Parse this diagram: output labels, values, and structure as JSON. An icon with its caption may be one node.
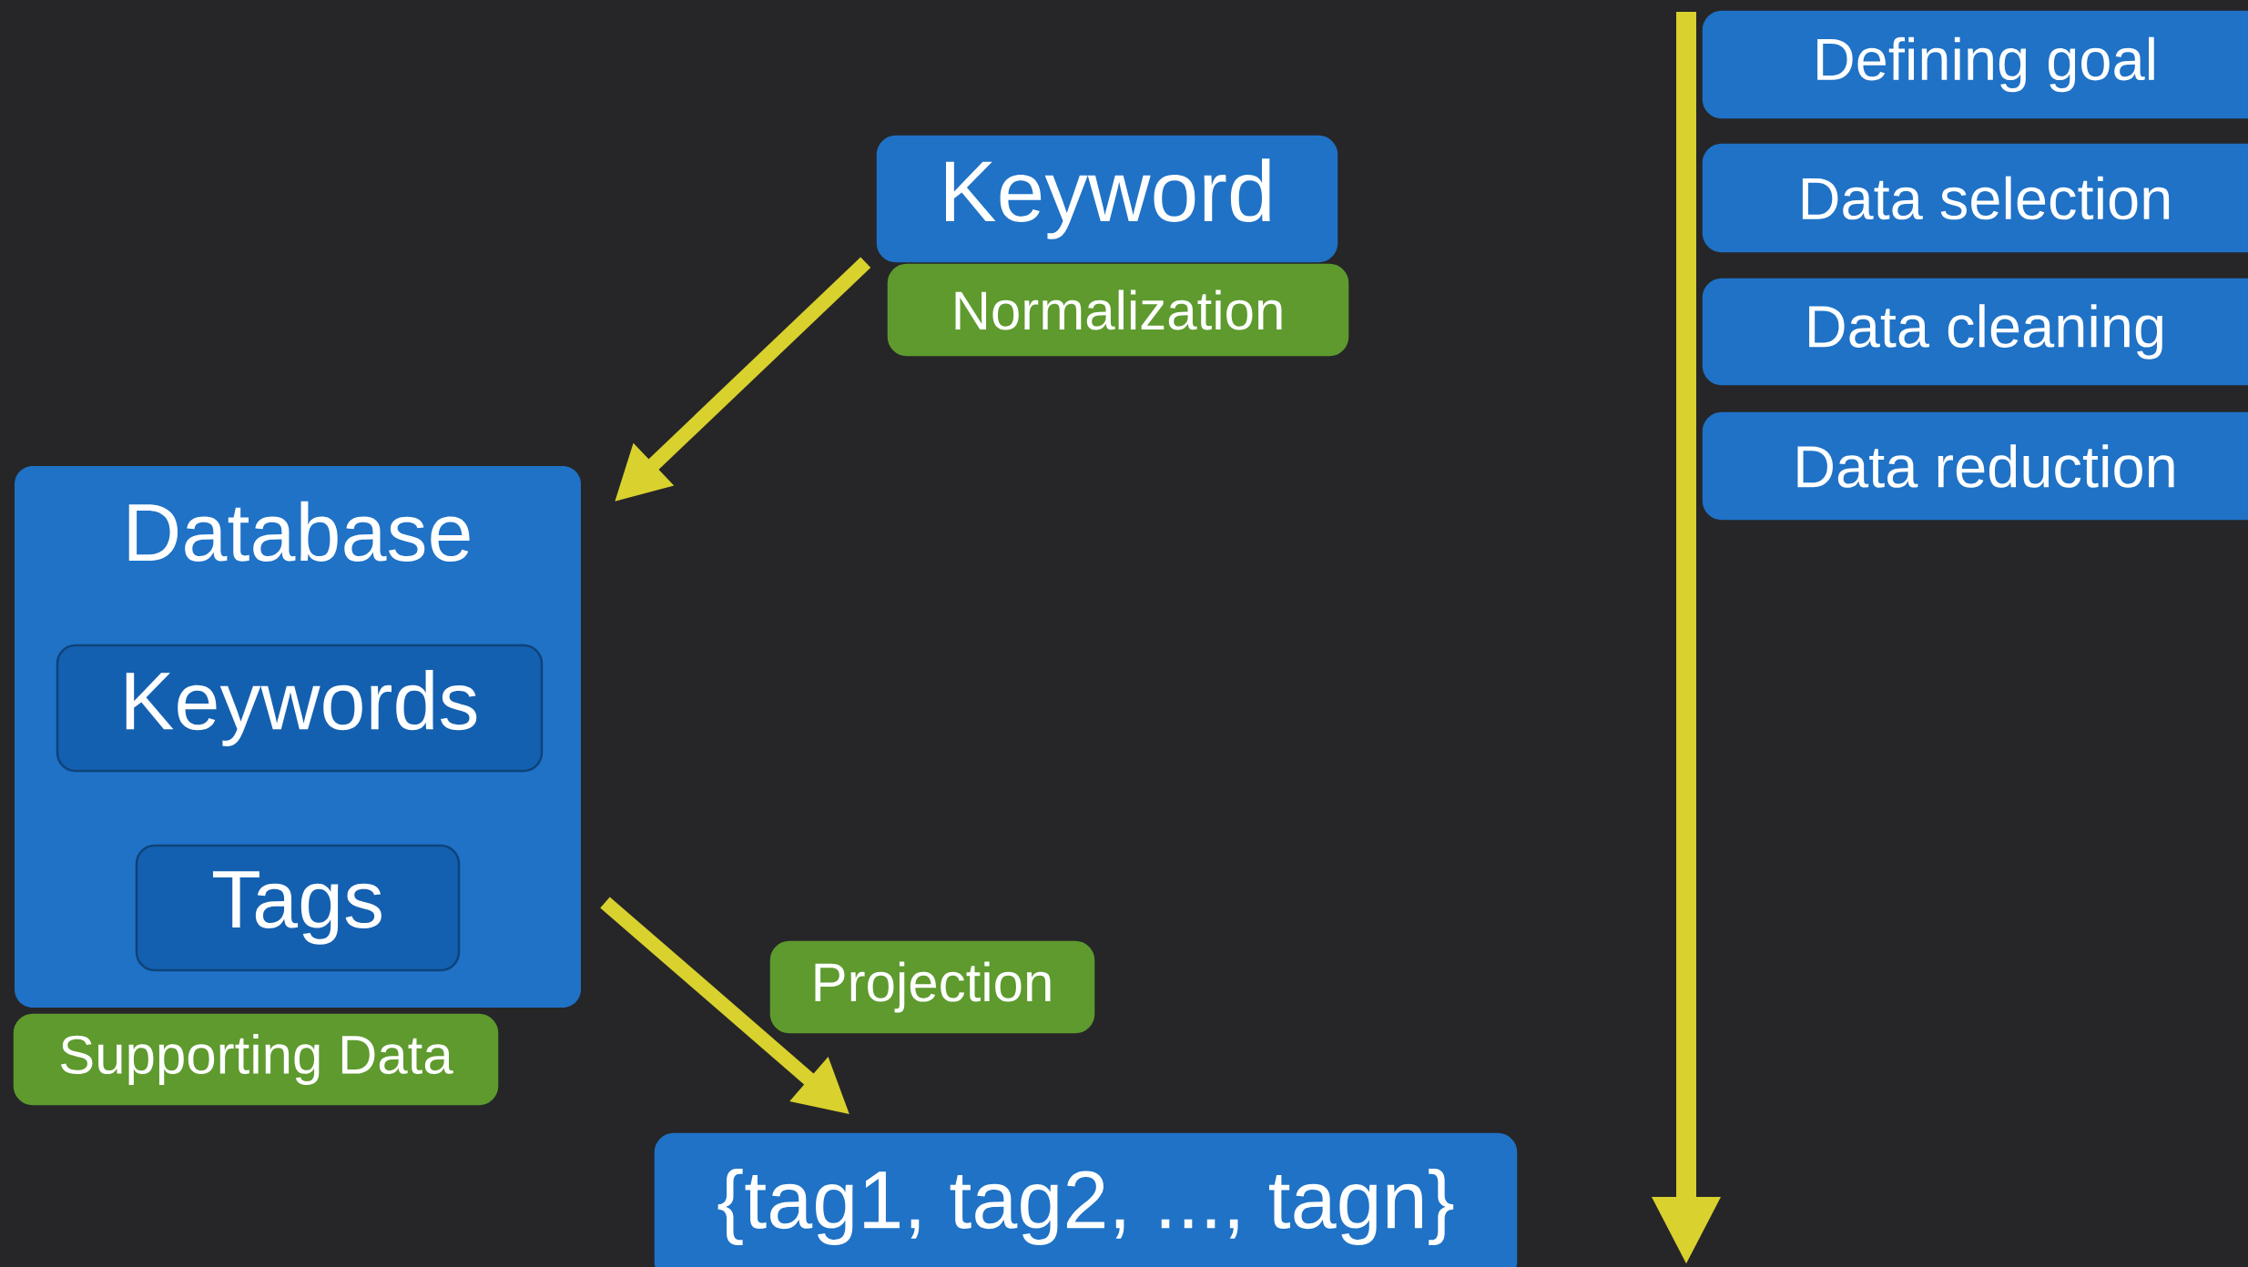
{
  "diagram": {
    "nodes": [
      {
        "text": [
          "Keyword"
        ]
      },
      {
        "text": [
          "Normalization"
        ]
      },
      {
        "text": [
          "Database"
        ]
      },
      {
        "text": [
          "Keywords"
        ],
        "in": 2
      },
      {
        "text": [
          "Tags"
        ],
        "in": 2
      },
      {
        "text": [
          "Supporting Data"
        ]
      },
      {
        "text": [
          "Projection"
        ]
      },
      {
        "text": [
          "{tag1, tag2, ..., tagn}"
        ]
      },
      {
        "text": [
          "Defining goal"
        ]
      },
      {
        "text": [
          "Data selection"
        ]
      },
      {
        "text": [
          "Data cleaning"
        ]
      },
      {
        "text": [
          "Data reduction"
        ]
      }
    ],
    "edges": [
      {
        "from": 0,
        "to": 2,
        "arrow": "to"
      },
      {
        "from": 2,
        "to": 7,
        "arrow": "to"
      }
    ]
  }
}
